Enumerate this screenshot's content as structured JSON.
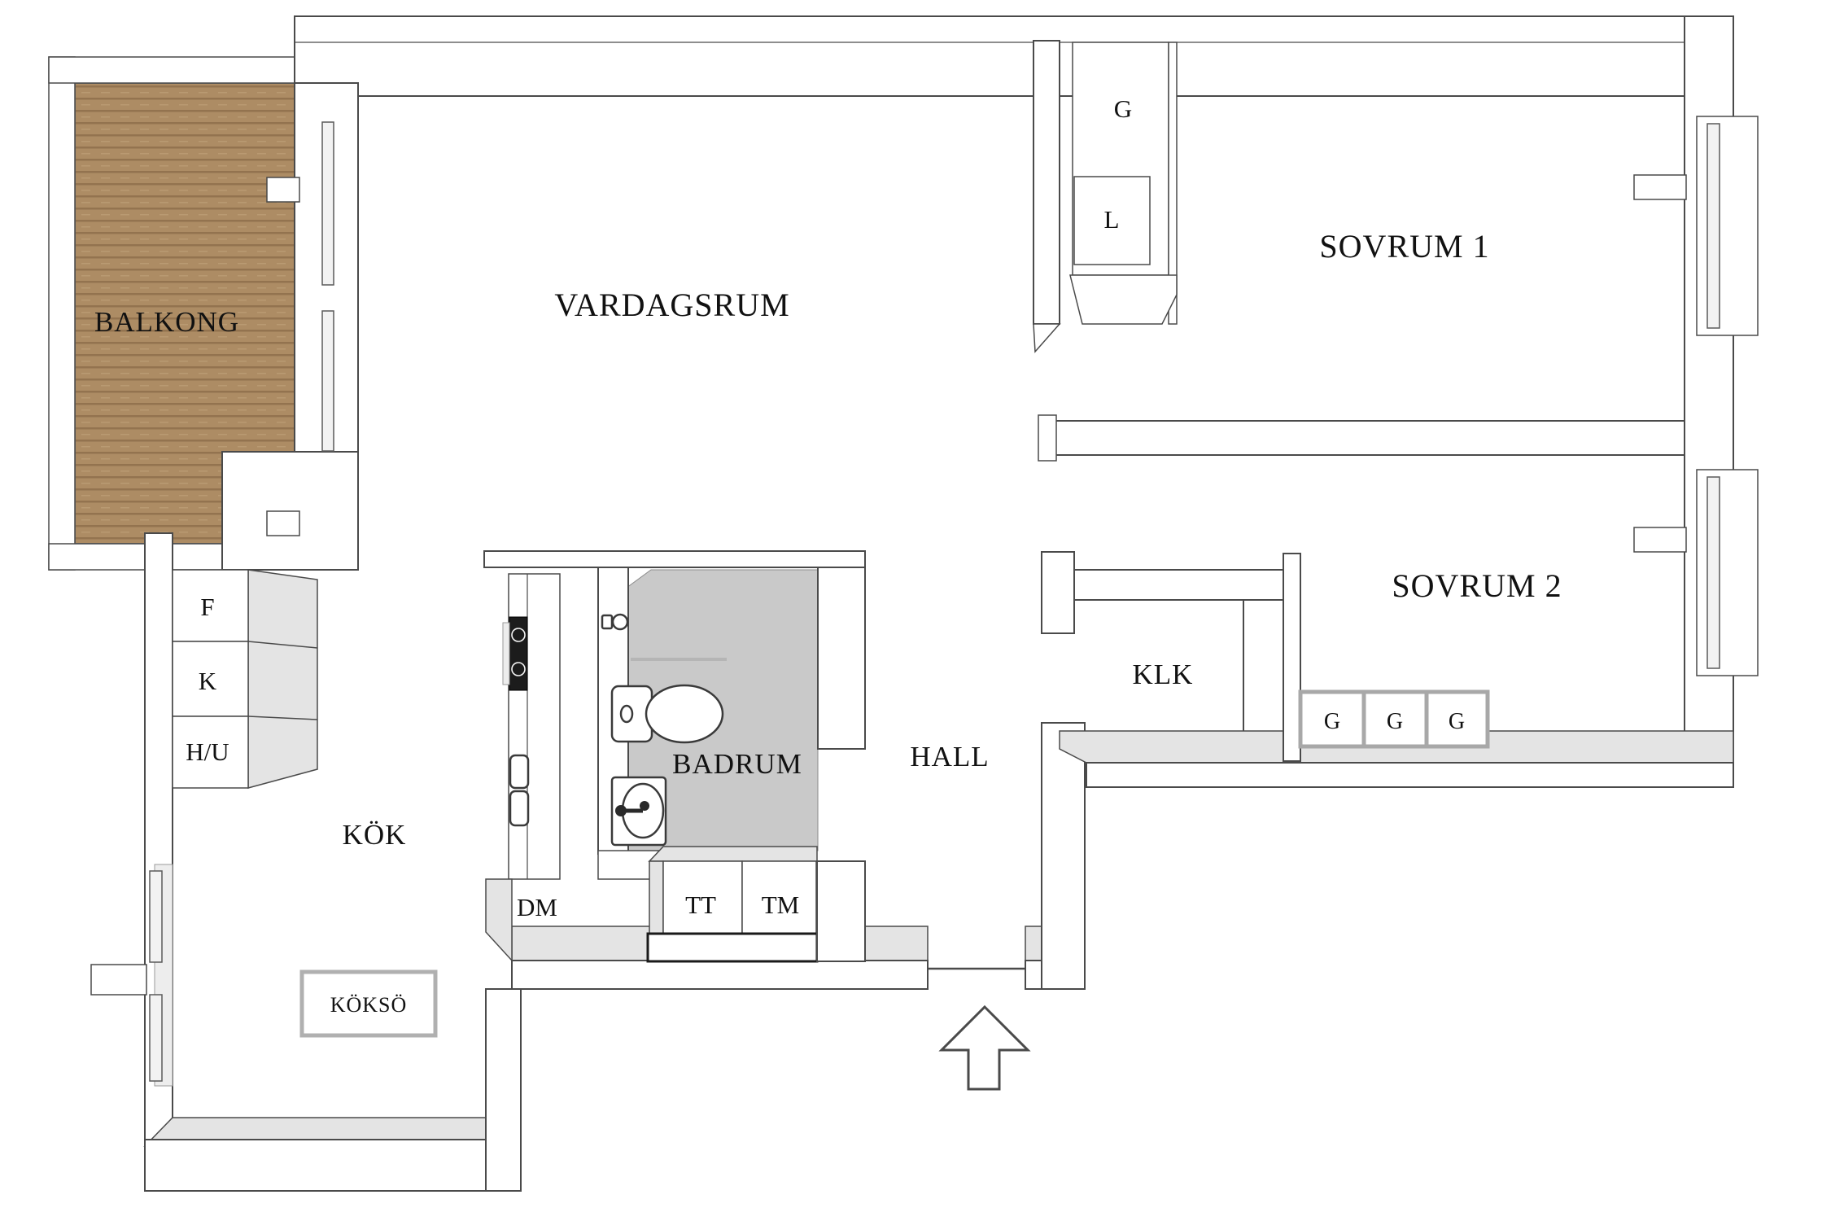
{
  "plan": {
    "rooms": {
      "balkong": "BALKONG",
      "vardagsrum": "VARDAGSRUM",
      "sovrum1": "SOVRUM 1",
      "sovrum2": "SOVRUM 2",
      "kok": "KÖK",
      "badrum": "BADRUM",
      "hall": "HALL",
      "klk": "KLK"
    },
    "storage": {
      "wardrobe_top": "G",
      "linen": "L",
      "wardrobe_row_1": "G",
      "wardrobe_row_2": "G",
      "wardrobe_row_3": "G",
      "freezer": "F",
      "fridge": "K",
      "hu": "H/U"
    },
    "appliances": {
      "dishwasher": "DM",
      "dryer": "TT",
      "washer": "TM",
      "island": "KÖKSÖ"
    },
    "colors": {
      "wood": "#ad8c64",
      "wood_line": "#93734f",
      "wall_stroke": "#4a4a4a",
      "wall_fill": "#ffffff",
      "accent_gray": "#e4e4e4",
      "bathroom_floor": "#c9c9c9",
      "label": "#111111"
    }
  }
}
